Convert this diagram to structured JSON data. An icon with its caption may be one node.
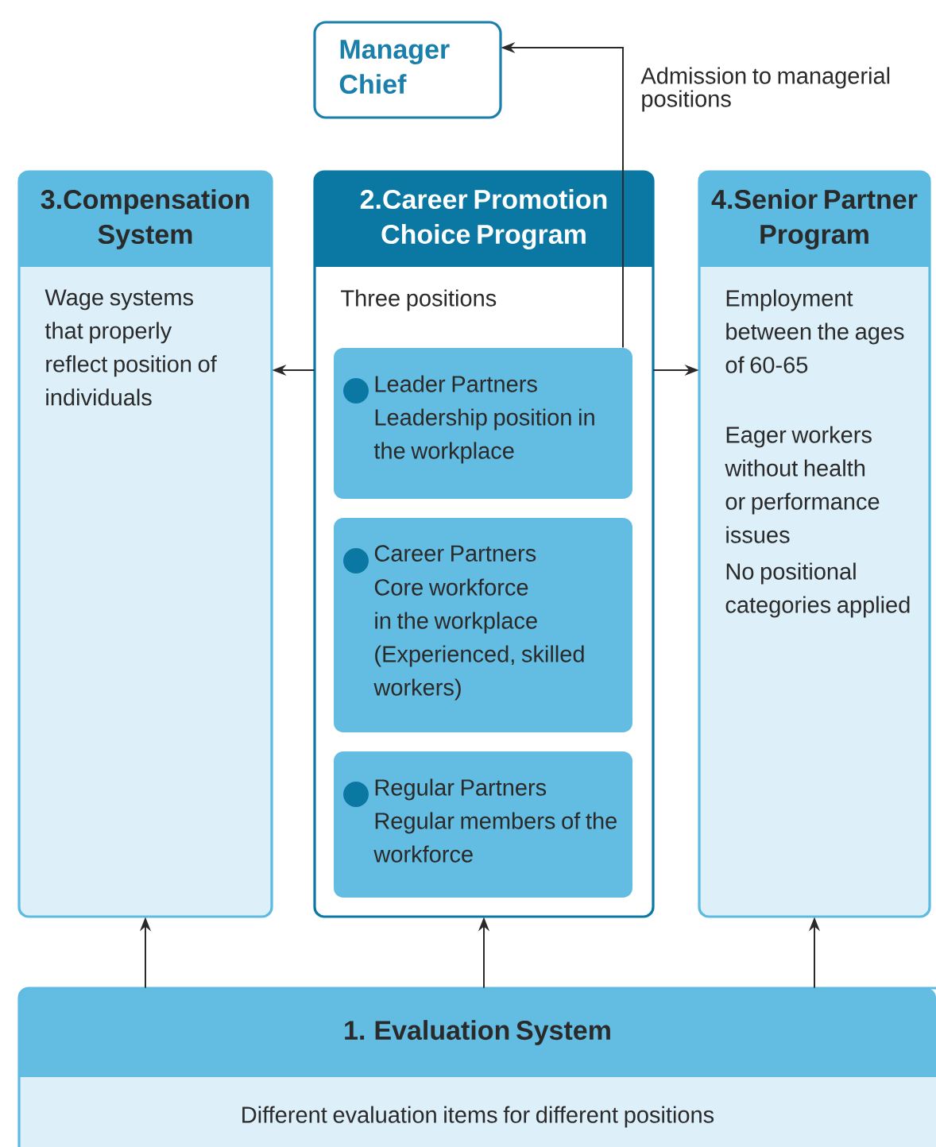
{
  "diagram": {
    "nodes": [
      {
        "text": [
          "Manager Chief"
        ]
      },
      {
        "text": [
          "3.Compensation System",
          "Wage systems that properly reflect position of individuals"
        ]
      },
      {
        "text": [
          "2.Career Promotion Choice Program",
          "Three positions"
        ]
      },
      {
        "text": [
          "Leader Partners",
          "Leadership position in the workplace"
        ],
        "in": 2
      },
      {
        "text": [
          "Career Partners",
          "Core workforce in the workplace (Experienced, skilled workers)"
        ],
        "in": 2
      },
      {
        "text": [
          "Regular Partners",
          "Regular members of the workforce"
        ],
        "in": 2
      },
      {
        "text": [
          "4.Senior Partner Program",
          "Employment between the ages of 60-65",
          "Eager workers without health or performance issues",
          "No positional categories applied"
        ]
      },
      {
        "text": [
          "1. Evaluation System",
          "Different evaluation items for different positions"
        ]
      }
    ],
    "edges": [
      {
        "from": 3,
        "to": 0,
        "arrow": "to",
        "label": "Admission to managerial positions"
      },
      {
        "from": 2,
        "to": 1,
        "arrow": "to"
      },
      {
        "from": 2,
        "to": 6,
        "arrow": "to"
      },
      {
        "from": 7,
        "to": 1,
        "arrow": "to"
      },
      {
        "from": 7,
        "to": 2,
        "arrow": "to"
      },
      {
        "from": 7,
        "to": 6,
        "arrow": "to"
      }
    ]
  }
}
